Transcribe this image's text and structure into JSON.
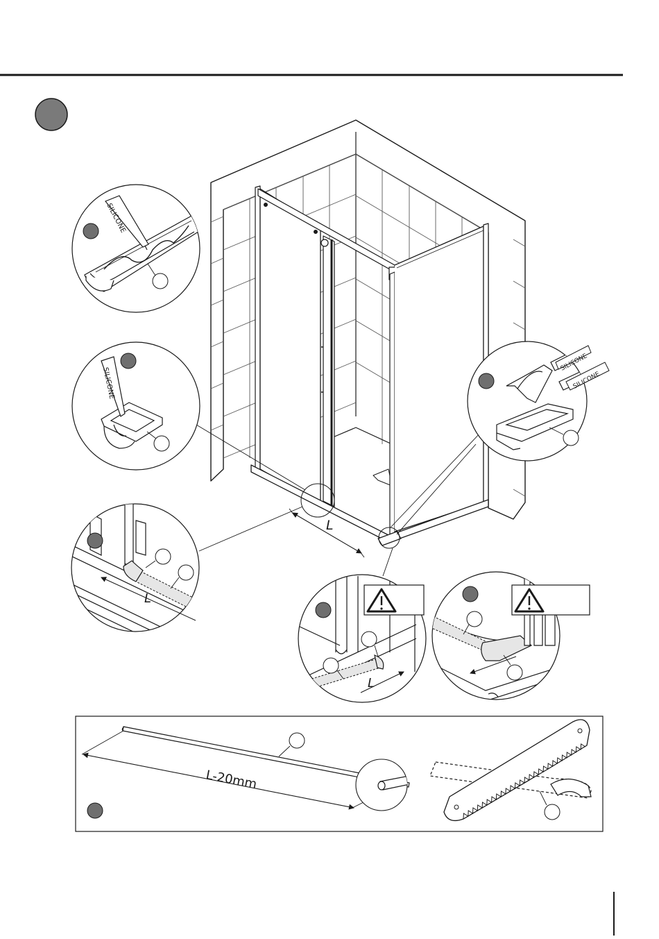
{
  "silicone_label": "SILICONE",
  "dimension_label": "L",
  "cut_length_label": "L-20mm",
  "warning_icon": "warning-triangle-icon",
  "colors": {
    "line": "#1a1a1a",
    "step_badge": "#7a7a7a",
    "callout_dot": "#6f6f6f",
    "seal_fill": "#e6e6e6",
    "tile_line": "#5a5a5a"
  }
}
